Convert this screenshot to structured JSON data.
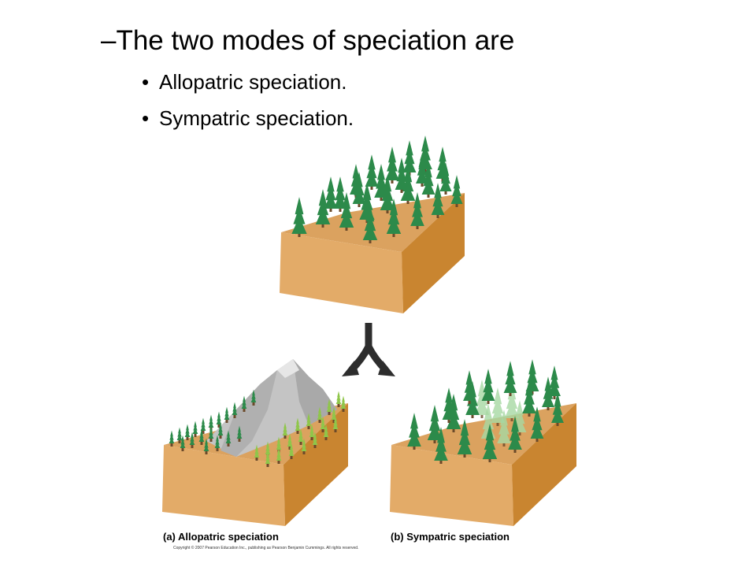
{
  "slide": {
    "heading": "–The two modes of speciation are",
    "bullets": [
      "Allopatric speciation.",
      "Sympatric speciation."
    ],
    "bullet_glyph": "•"
  },
  "figure": {
    "caption_a": "(a) Allopatric speciation",
    "caption_b": "(b) Sympatric speciation",
    "copyright": "Copyright © 2007 Pearson Education Inc., publishing as Pearson Benjamin Cummings. All rights reserved."
  },
  "colors": {
    "ground_top": "#dba25f",
    "ground_front": "#e3ab68",
    "ground_side": "#c98530",
    "tree_dark": "#2c8a4a",
    "tree_light": "#8fc64a",
    "tree_ghost": "#a7d9a3",
    "mountain": "#bdbdbd",
    "arrow": "#2d2d2d"
  }
}
